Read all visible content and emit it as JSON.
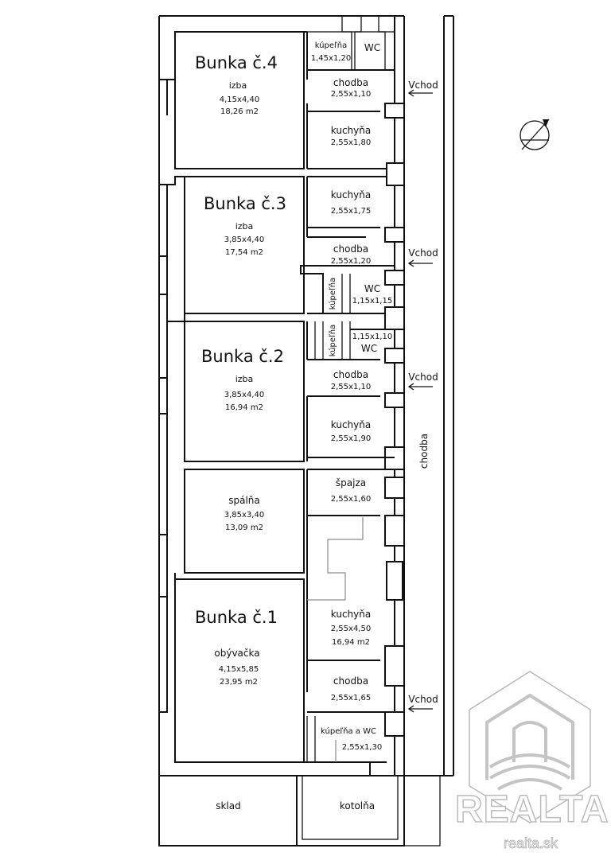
{
  "units": [
    {
      "title": "Bunka č.4",
      "room": "izba",
      "dims": "4,15x4,40",
      "area": "18,26 m2"
    },
    {
      "title": "Bunka č.3",
      "room": "izba",
      "dims": "3,85x4,40",
      "area": "17,54 m2"
    },
    {
      "title": "Bunka č.2",
      "room": "izba",
      "dims": "3,85x4,40",
      "area": "16,94 m2"
    },
    {
      "title": "Bunka č.1",
      "room": "obývačka",
      "dims": "4,15x5,85",
      "area": "23,95 m2"
    }
  ],
  "bedroom": {
    "name": "spálňa",
    "dims": "3,85x3,40",
    "area": "13,09 m2"
  },
  "rooms": {
    "r4_bath": {
      "name": "kúpeľňa",
      "dims": "1,45x1,20"
    },
    "r4_wc": {
      "name": "WC"
    },
    "r4_hall": {
      "name": "chodba",
      "dims": "2,55x1,10"
    },
    "r4_kitchen": {
      "name": "kuchyňa",
      "dims": "2,55x1,80"
    },
    "r3_kitchen": {
      "name": "kuchyňa",
      "dims": "2,55x1,75"
    },
    "r3_hall": {
      "name": "chodba",
      "dims": "2,55x1,20"
    },
    "r3_bath": {
      "name": "kúpeľňa"
    },
    "r3_wc": {
      "name": "WC",
      "dims": "1,15x1,15"
    },
    "r2_wc": {
      "name": "WC",
      "dims": "1,15x1,10"
    },
    "r2_bath": {
      "name": "kúpeľňa"
    },
    "r2_hall": {
      "name": "chodba",
      "dims": "2,55x1,10"
    },
    "r2_kitchen": {
      "name": "kuchyňa",
      "dims": "2,55x1,90"
    },
    "pantry": {
      "name": "špajza",
      "dims": "2,55x1,60"
    },
    "r1_kitchen": {
      "name": "kuchyňa",
      "dims": "2,55x4,50",
      "area": "16,94 m2"
    },
    "r1_hall": {
      "name": "chodba",
      "dims": "2,55x1,65"
    },
    "r1_bath": {
      "name": "kúpeľňa a WC",
      "dims": "2,55x1,30"
    },
    "corridor": {
      "name": "chodba"
    },
    "storage": {
      "name": "sklad"
    },
    "boiler": {
      "name": "kotolňa"
    }
  },
  "entrance_label": "Vchod",
  "brand": {
    "name": "REALTA",
    "url": "realta.sk"
  },
  "colors": {
    "lines": "#111111",
    "watermark": "#ffffff"
  }
}
